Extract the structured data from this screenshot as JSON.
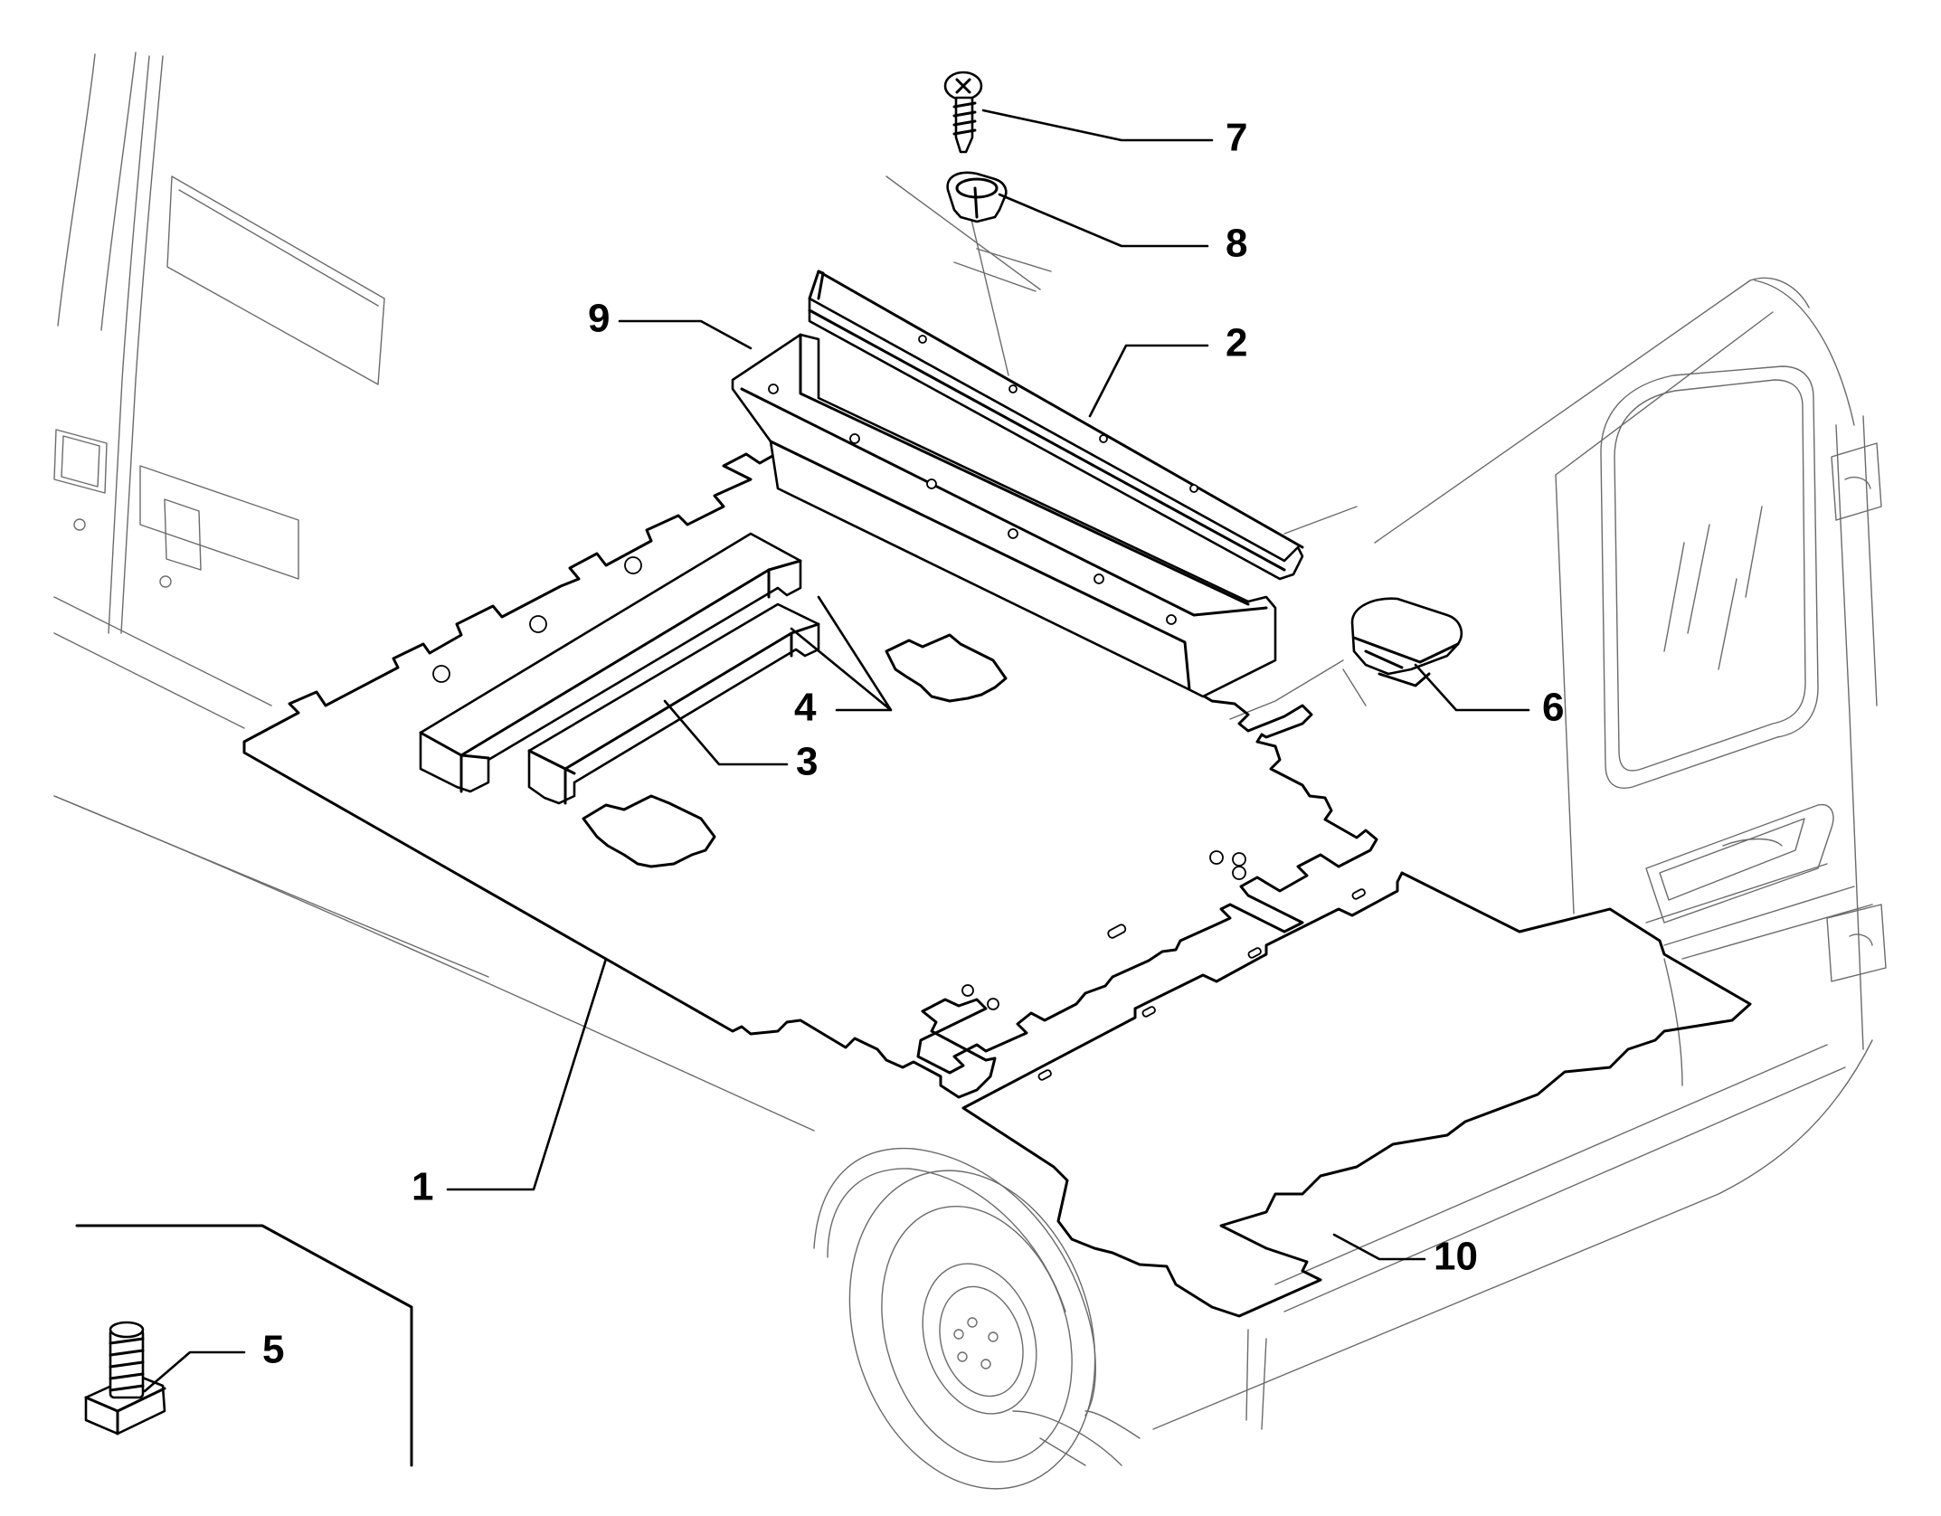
{
  "callouts": {
    "c1": "1",
    "c2": "2",
    "c3": "3",
    "c4": "4",
    "c5": "5",
    "c6": "6",
    "c7": "7",
    "c8": "8",
    "c9": "9",
    "c10": "10"
  },
  "colors": {
    "outline": "#000000",
    "background_lines": "#6b6b6b",
    "paper": "#ffffff"
  }
}
